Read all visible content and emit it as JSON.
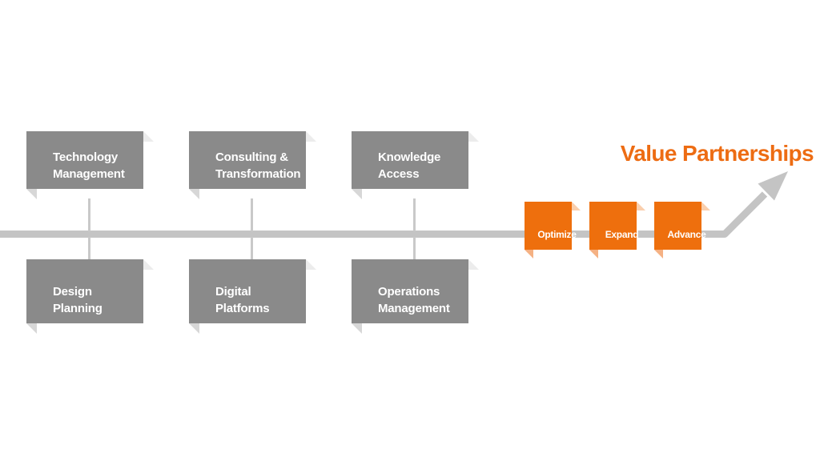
{
  "title": {
    "label": "Value Partnerships",
    "color": "#ed6c13"
  },
  "services": {
    "top_row": [
      {
        "label": "Technology\nManagement"
      },
      {
        "label": "Consulting &\nTransformation"
      },
      {
        "label": "Knowledge\nAccess"
      }
    ],
    "bottom_row": [
      {
        "label": "Design\nPlanning"
      },
      {
        "label": "Digital\nPlatforms"
      },
      {
        "label": "Operations\nManagement"
      }
    ]
  },
  "stages": [
    {
      "label": "Optimize"
    },
    {
      "label": "Expand"
    },
    {
      "label": "Advance"
    }
  ],
  "colors": {
    "service_box_front": "#8a8a8a",
    "service_box_top": "#ececec",
    "service_box_left": "#d7d7d7",
    "stage_box_front": "#ee6f0d",
    "stage_box_top": "#facfad",
    "stage_box_left": "#f5b183",
    "timeline_line": "#c4c4c4",
    "label_text": "#ffffff",
    "background": "#ffffff"
  }
}
